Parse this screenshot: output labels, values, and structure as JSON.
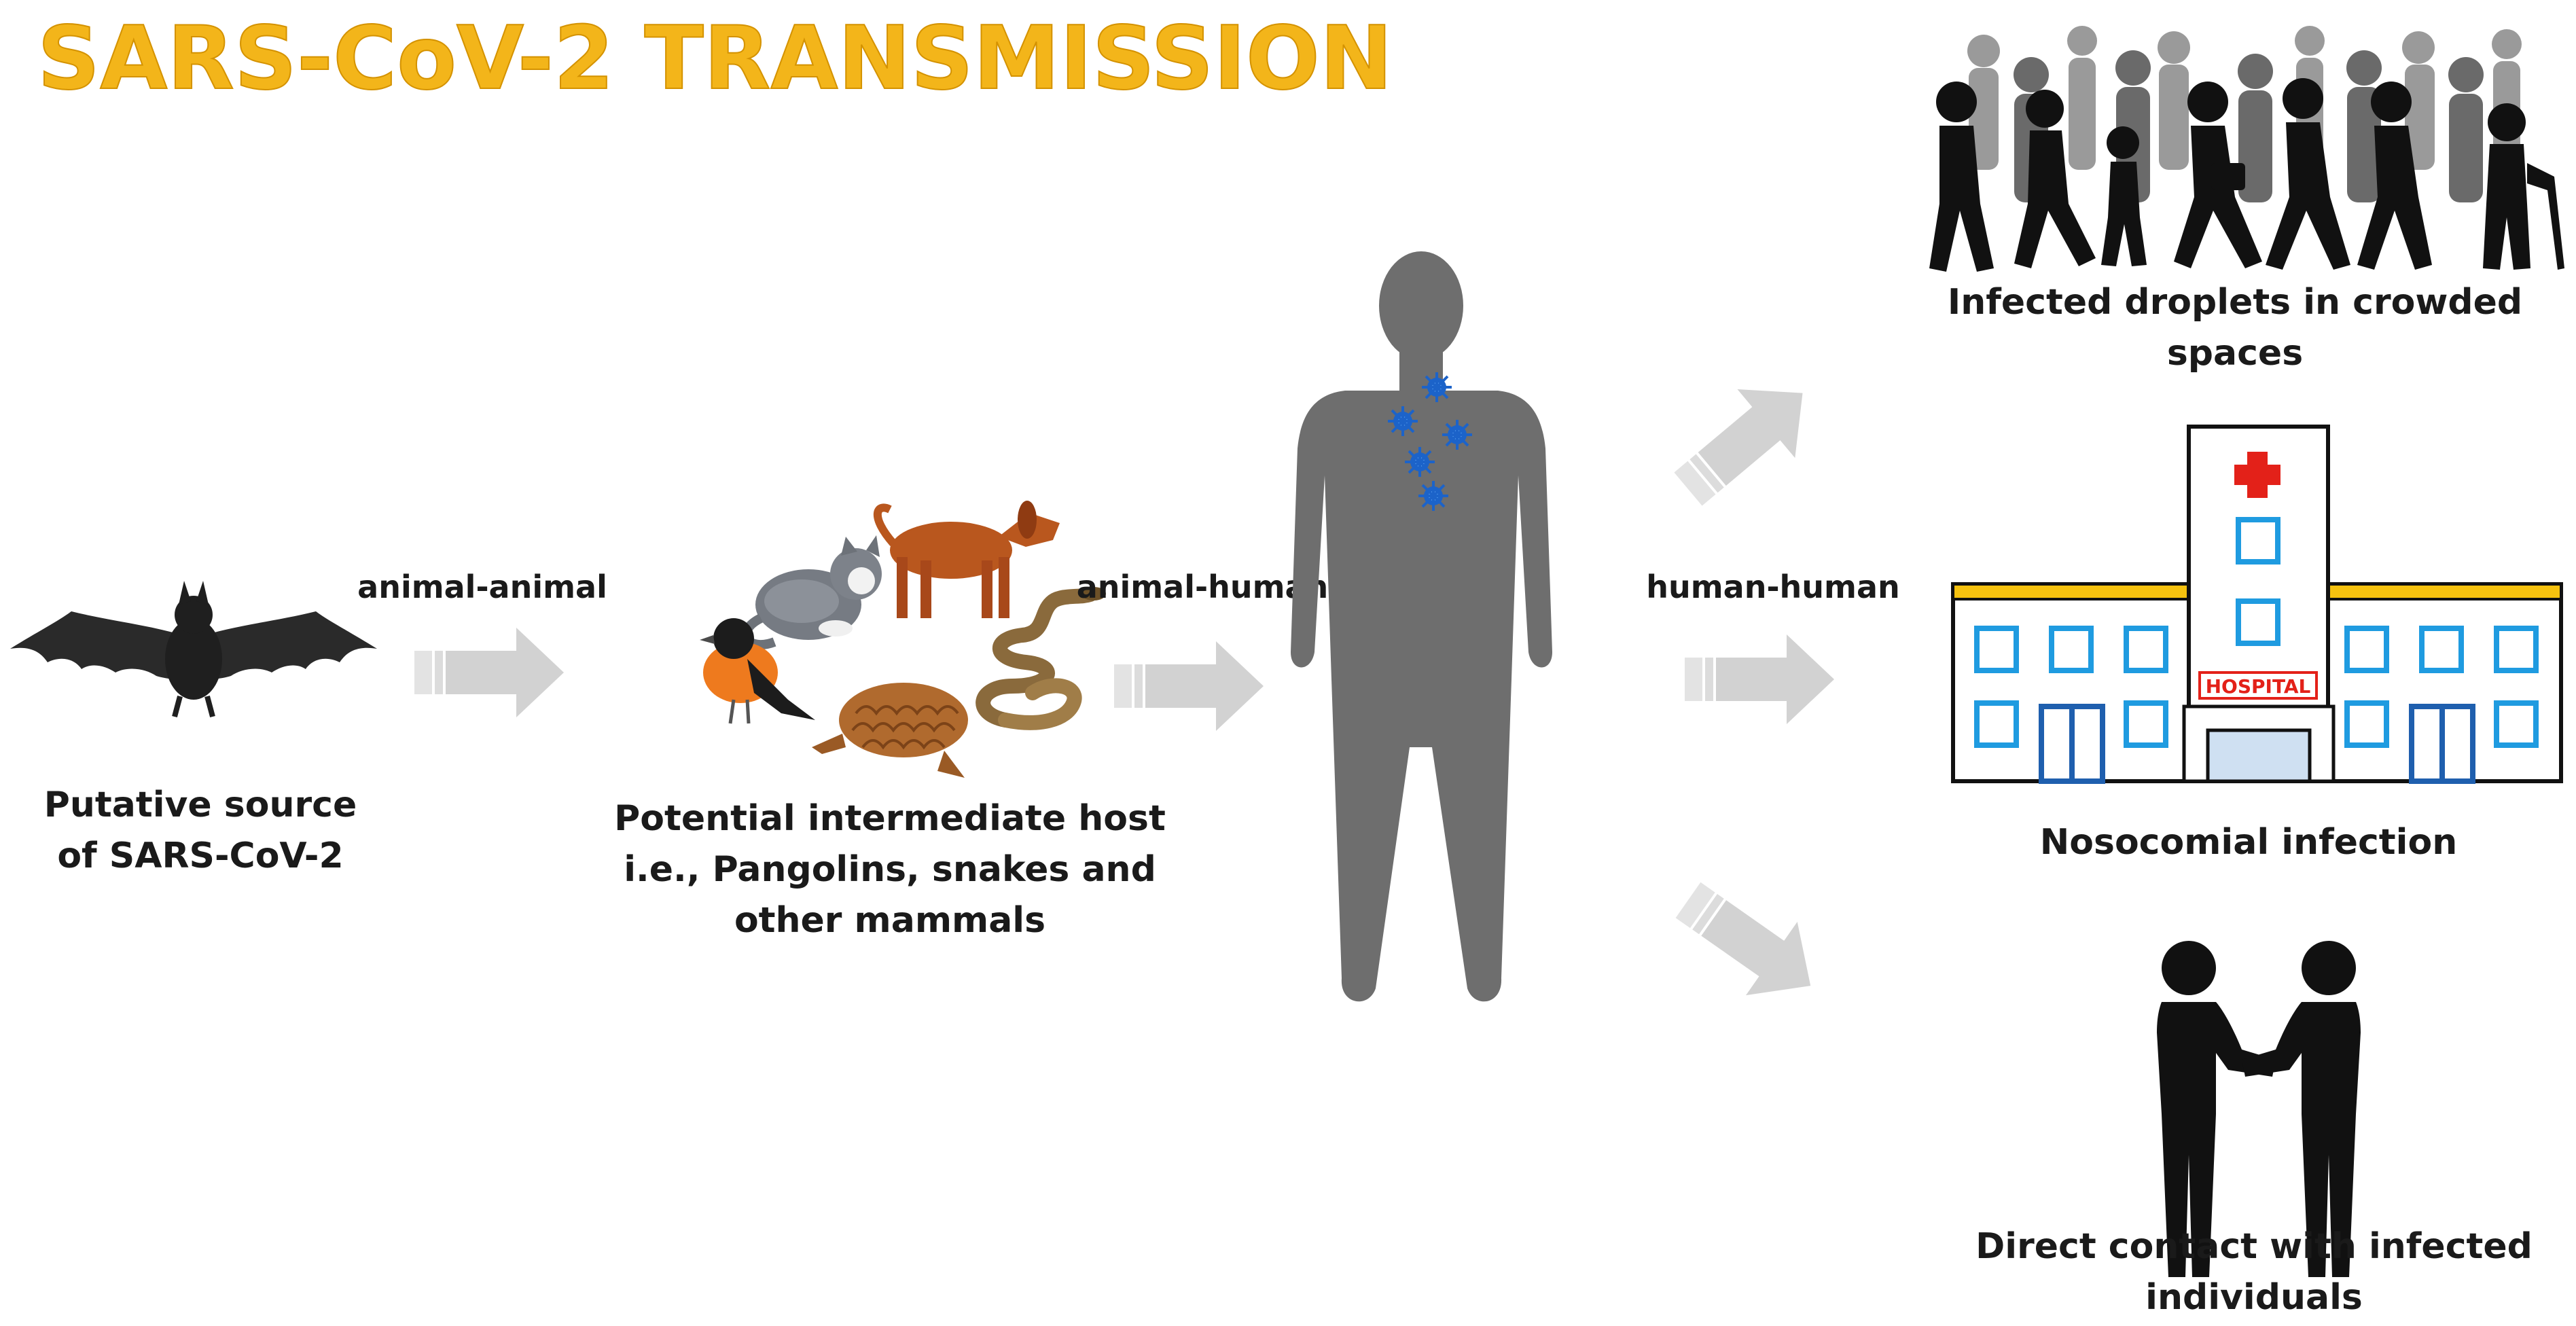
{
  "title": "SARS-CoV-2 TRANSMISSION",
  "nodes": {
    "bat": {
      "icon": "bat-icon",
      "label_lines": [
        "Putative source",
        "of SARS-CoV-2"
      ]
    },
    "intermediate": {
      "icon": "animals-icon",
      "label_lines": [
        "Potential intermediate host",
        "i.e., Pangolins, snakes and",
        "other mammals"
      ]
    },
    "human": {
      "icon": "infected-human-icon"
    },
    "crowd": {
      "icon": "crowd-icon",
      "label_lines": [
        "Infected droplets in crowded",
        "spaces"
      ]
    },
    "hospital": {
      "icon": "hospital-icon",
      "sign": "HOSPITAL",
      "label_lines": [
        "Nosocomial infection"
      ]
    },
    "handshake": {
      "icon": "handshake-icon",
      "label_lines": [
        "Direct contact with infected",
        "individuals"
      ]
    }
  },
  "edges": [
    {
      "from": "bat",
      "to": "intermediate",
      "label": "animal-animal"
    },
    {
      "from": "intermediate",
      "to": "human",
      "label": "animal-human"
    },
    {
      "from": "human",
      "to": "crowd",
      "label": ""
    },
    {
      "from": "human",
      "to": "hospital",
      "label": "human-human"
    },
    {
      "from": "human",
      "to": "handshake",
      "label": ""
    }
  ],
  "colors": {
    "title": "#f3b51a",
    "arrow": "#d2d2d2",
    "human": "#6e6e6e",
    "virus": "#1c63c9",
    "hospital_window": "#1f9be0",
    "hospital_roof": "#f6c20f",
    "hospital_cross": "#e32119"
  }
}
